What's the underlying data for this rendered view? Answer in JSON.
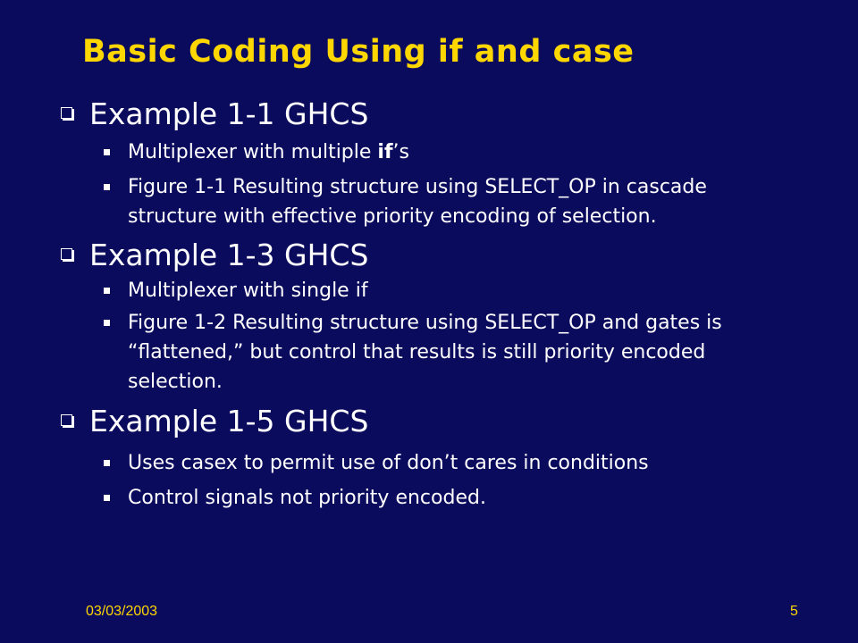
{
  "slide": {
    "title": "Basic Coding Using if and case"
  },
  "sections": [
    {
      "heading": "Example 1-1  GHCS",
      "items": [
        {
          "pre": "Multiplexer with multiple ",
          "bold": "if",
          "post": "’s"
        },
        {
          "text": "Figure 1-1 Resulting structure using SELECT_OP in cascade structure with effective priority encoding of selection."
        }
      ]
    },
    {
      "heading": "Example 1-3 GHCS",
      "items": [
        {
          "text": "Multiplexer with single if"
        },
        {
          "text": "Figure 1-2 Resulting structure using SELECT_OP and gates is “flattened,” but control that results is still priority encoded selection."
        }
      ]
    },
    {
      "heading": "Example 1-5 GHCS",
      "items": [
        {
          "text": "Uses casex to permit use of don’t cares in conditions"
        },
        {
          "text": "Control signals not priority encoded."
        }
      ]
    }
  ],
  "footer": {
    "date": "03/03/2003",
    "page": "5"
  }
}
